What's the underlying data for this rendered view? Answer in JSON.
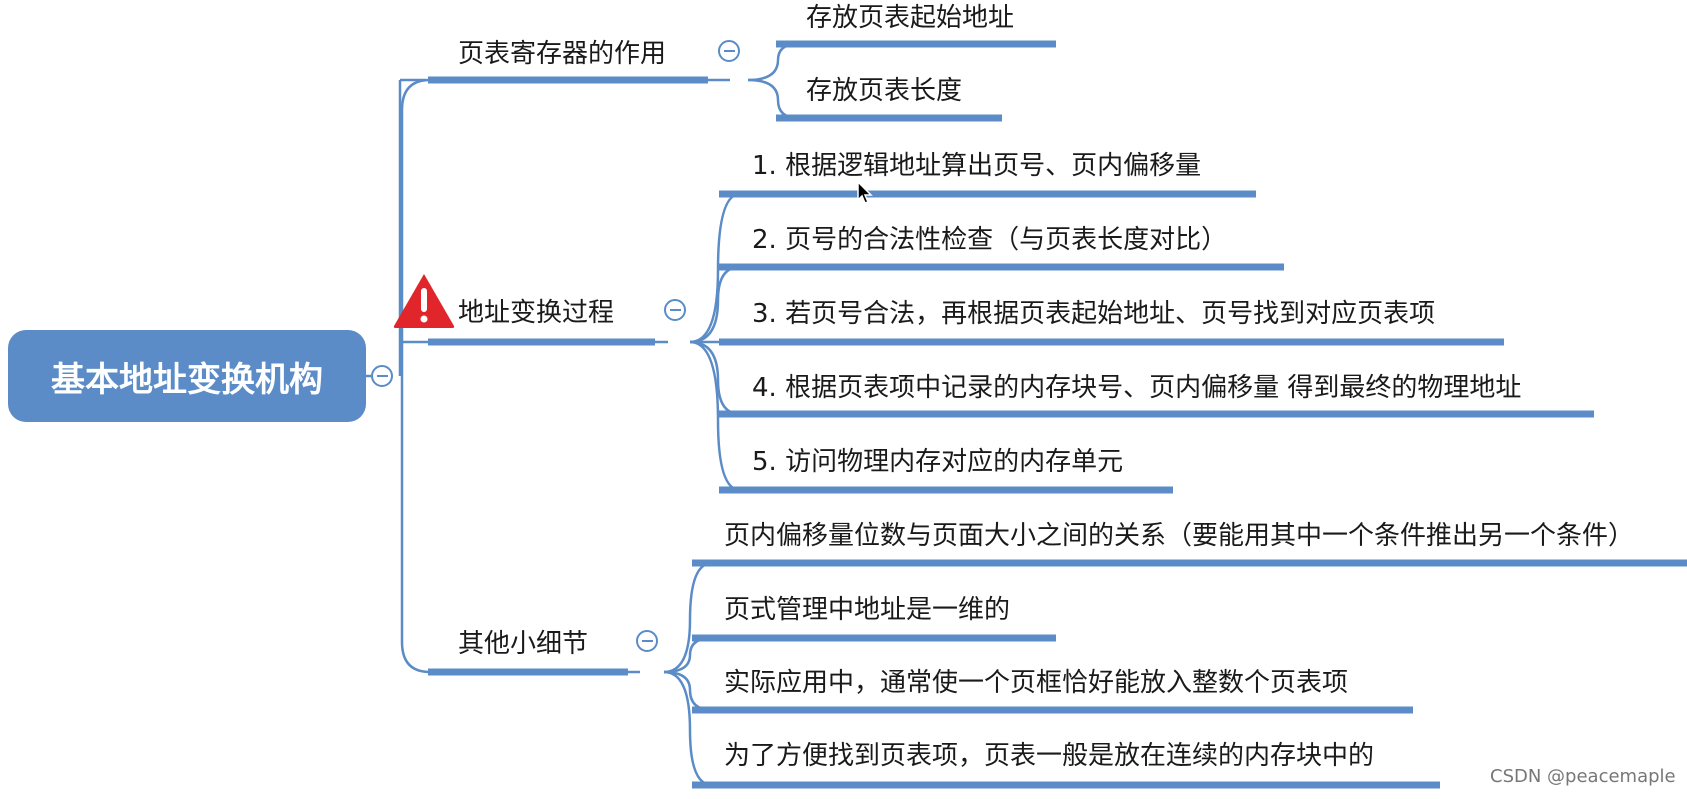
{
  "root": {
    "label": "基本地址变换机构"
  },
  "branches": [
    {
      "label": "页表寄存器的作用",
      "children": [
        "存放页表起始地址",
        "存放页表长度"
      ]
    },
    {
      "label": "地址变换过程",
      "warning_icon": "warning-icon",
      "children": [
        "1. 根据逻辑地址算出页号、页内偏移量",
        "2. 页号的合法性检查（与页表长度对比）",
        "3. 若页号合法，再根据页表起始地址、页号找到对应页表项",
        "4. 根据页表项中记录的内存块号、页内偏移量 得到最终的物理地址",
        "5. 访问物理内存对应的内存单元"
      ]
    },
    {
      "label": "其他小细节",
      "children": [
        "页内偏移量位数与页面大小之间的关系（要能用其中一个条件推出另一个条件）",
        "页式管理中地址是一维的",
        "实际应用中，通常使一个页框恰好能放入整数个页表项",
        "为了方便找到页表项，页表一般是放在连续的内存块中的"
      ]
    }
  ],
  "watermark": "CSDN @peacemaple",
  "colors": {
    "accent": "#5b8cc7",
    "warning": "#e0262b",
    "text": "#1a1a1a"
  }
}
